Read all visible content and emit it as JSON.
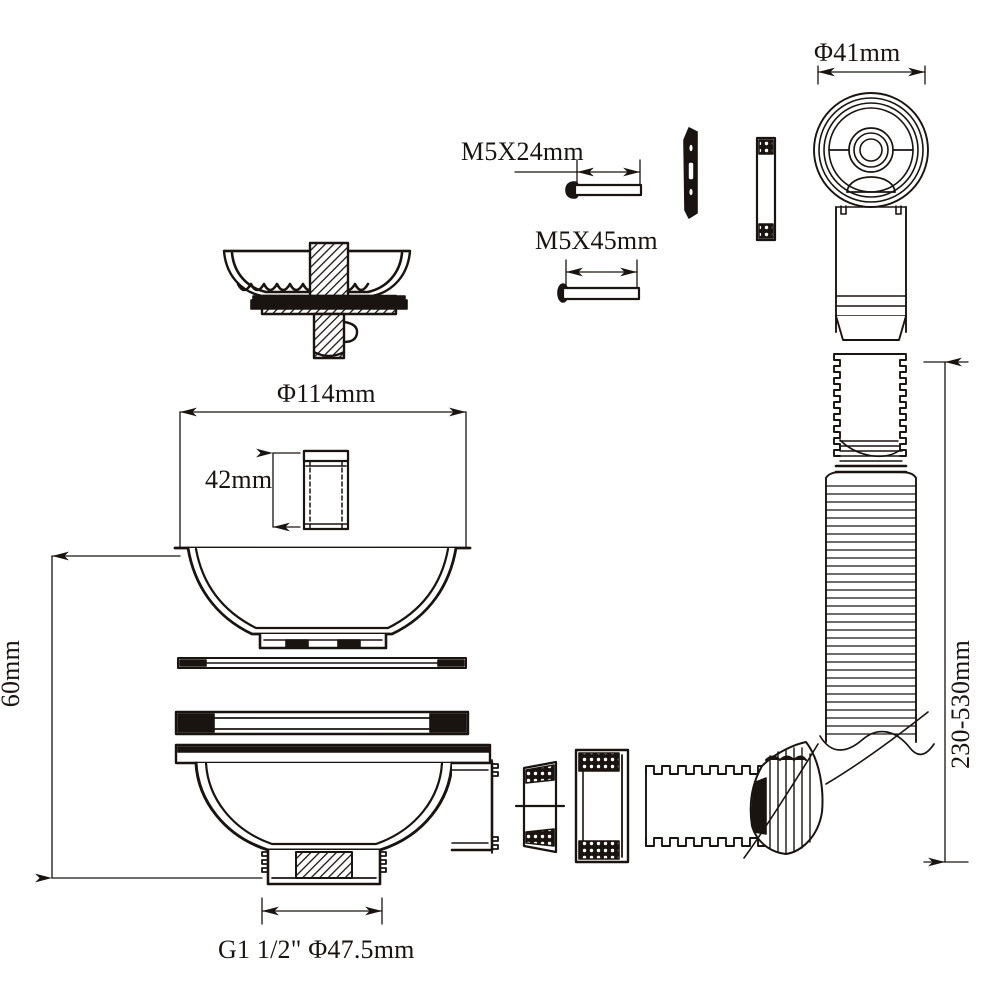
{
  "drawing": {
    "type": "exploded-assembly-technical-drawing",
    "subject": "Sink basket strainer drain with overflow kit",
    "background_color": "#ffffff",
    "line_color": "#1a1411"
  },
  "dimensions": {
    "overflow_cap_diameter": "Φ41mm",
    "screw_short": "M5X24mm",
    "screw_long": "M5X45mm",
    "flange_diameter": "Φ114mm",
    "sleeve_height": "42mm",
    "body_height": "60mm",
    "hose_length_range": "230-530mm",
    "thread_spec": "G1 1/2\"  Φ47.5mm"
  },
  "parts": [
    {
      "name": "basket-strainer",
      "label": ""
    },
    {
      "name": "screw-m5x24",
      "label": "M5X24mm"
    },
    {
      "name": "screw-m5x45",
      "label": "M5X45mm"
    },
    {
      "name": "overflow-gasket-shaped",
      "label": ""
    },
    {
      "name": "overflow-gasket-rect",
      "label": ""
    },
    {
      "name": "overflow-cap-assembly",
      "label": "Φ41mm"
    },
    {
      "name": "strainer-flange-cone",
      "label": "Φ114mm"
    },
    {
      "name": "sleeve-insert",
      "label": "42mm"
    },
    {
      "name": "flat-washer-thin",
      "label": ""
    },
    {
      "name": "rubber-seal-ring",
      "label": ""
    },
    {
      "name": "drain-body-with-outlet",
      "label": "60mm"
    },
    {
      "name": "outlet-washer-small",
      "label": ""
    },
    {
      "name": "outlet-washer-large",
      "label": ""
    },
    {
      "name": "corrugated-hose-short",
      "label": ""
    },
    {
      "name": "corrugated-hose-long",
      "label": "230-530mm"
    },
    {
      "name": "hose-end-connector",
      "label": ""
    },
    {
      "name": "locknut-thread",
      "label": "G1 1/2\"  Φ47.5mm"
    }
  ]
}
